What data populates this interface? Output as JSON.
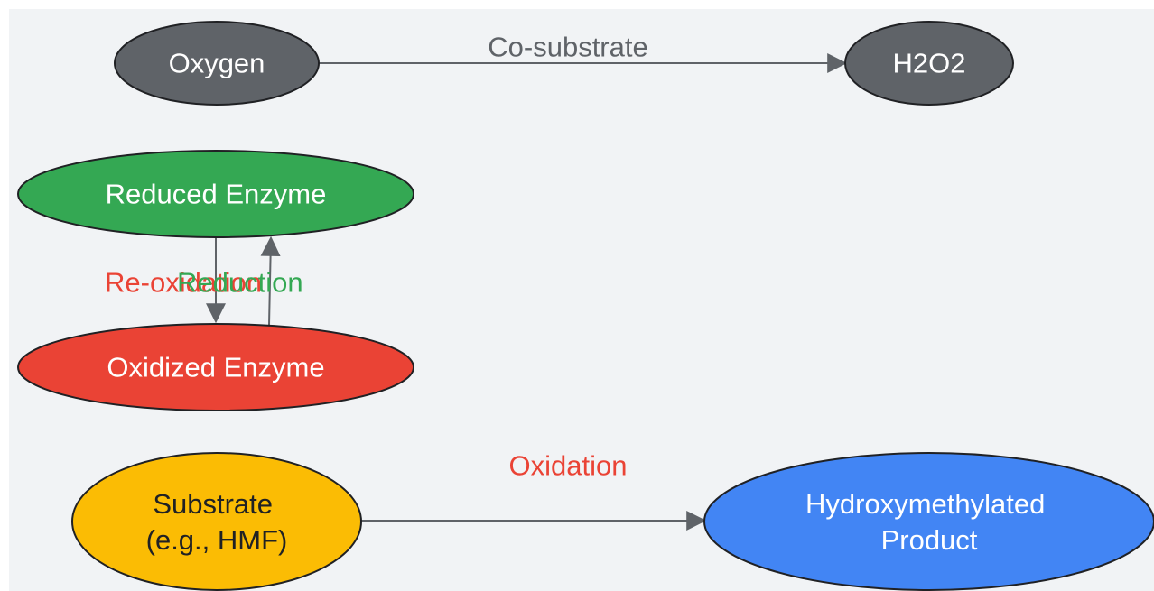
{
  "colors": {
    "background": "#f1f3f5",
    "outline": "#202124",
    "edge": "#5f6368",
    "oxygen_fill": "#5f6368",
    "h2o2_fill": "#5f6368",
    "reduced_fill": "#34a853",
    "oxidized_fill": "#ea4335",
    "substrate_fill": "#fbbc04",
    "product_fill": "#4285f4",
    "white_text": "#ffffff",
    "dark_text": "#202124",
    "label_gray": "#5f6368",
    "label_red": "#ea4335",
    "label_green": "#34a853"
  },
  "nodes": {
    "oxygen": {
      "label": "Oxygen"
    },
    "h2o2": {
      "label": "H2O2"
    },
    "reduced_enzyme": {
      "label": "Reduced Enzyme"
    },
    "oxidized_enzyme": {
      "label": "Oxidized Enzyme"
    },
    "substrate": {
      "line1": "Substrate",
      "line2": "(e.g., HMF)"
    },
    "product": {
      "line1": "Hydroxymethylated",
      "line2": "Product"
    }
  },
  "edges": {
    "oxygen_to_h2o2": {
      "label": "Co-substrate"
    },
    "reduced_to_oxidized": {
      "label": "Re-oxidation"
    },
    "oxidized_to_reduced": {
      "label": "Reduction"
    },
    "substrate_to_product": {
      "label": "Oxidation"
    }
  }
}
